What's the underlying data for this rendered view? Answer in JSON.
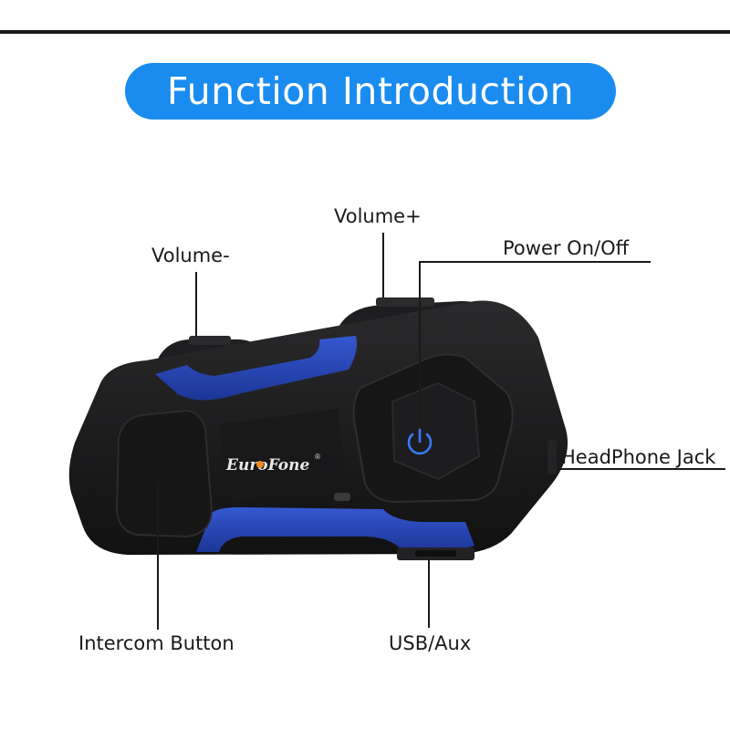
{
  "header": {
    "title": "Function Introduction",
    "accent_color": "#1a8cf0"
  },
  "device": {
    "brand": "EuroFone",
    "brand_mark": "®",
    "body_color": "#1c1c1e",
    "accent_color": "#2346b8",
    "power_icon": "power-icon"
  },
  "callouts": {
    "volume_minus": "Volume-",
    "volume_plus": "Volume+",
    "power": "Power On/Off",
    "headphone": "HeadPhone Jack",
    "intercom": "Intercom Button",
    "usb": "USB/Aux"
  }
}
